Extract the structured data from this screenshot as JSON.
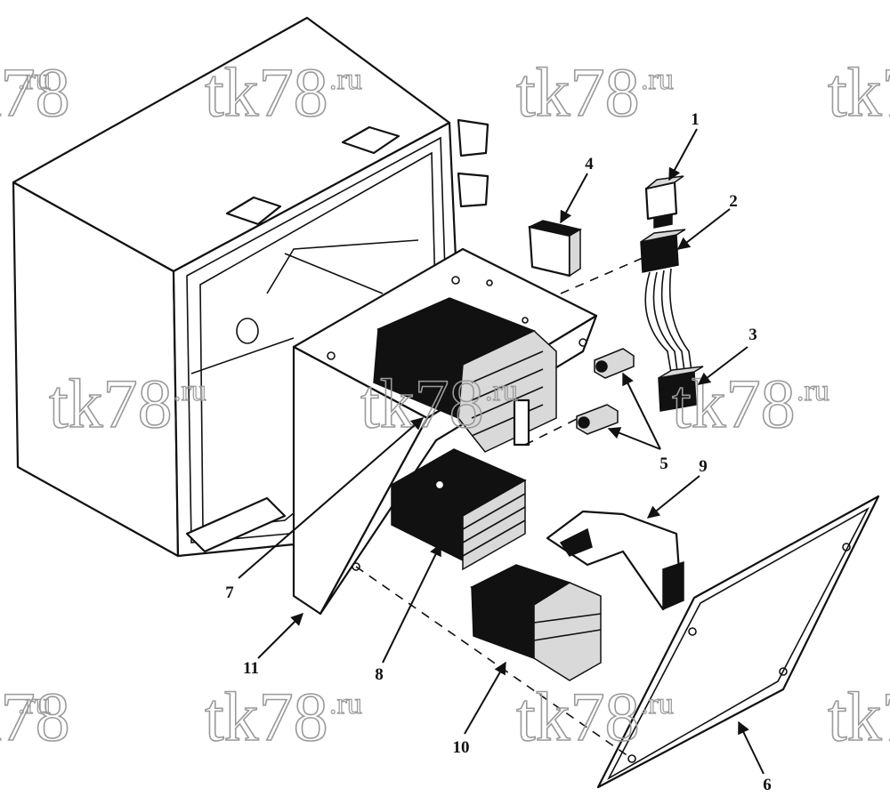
{
  "watermark": {
    "main": "tk78",
    "suffix": ".ru"
  },
  "callouts": [
    "1",
    "2",
    "3",
    "4",
    "5",
    "6",
    "7",
    "8",
    "9",
    "10",
    "11"
  ]
}
